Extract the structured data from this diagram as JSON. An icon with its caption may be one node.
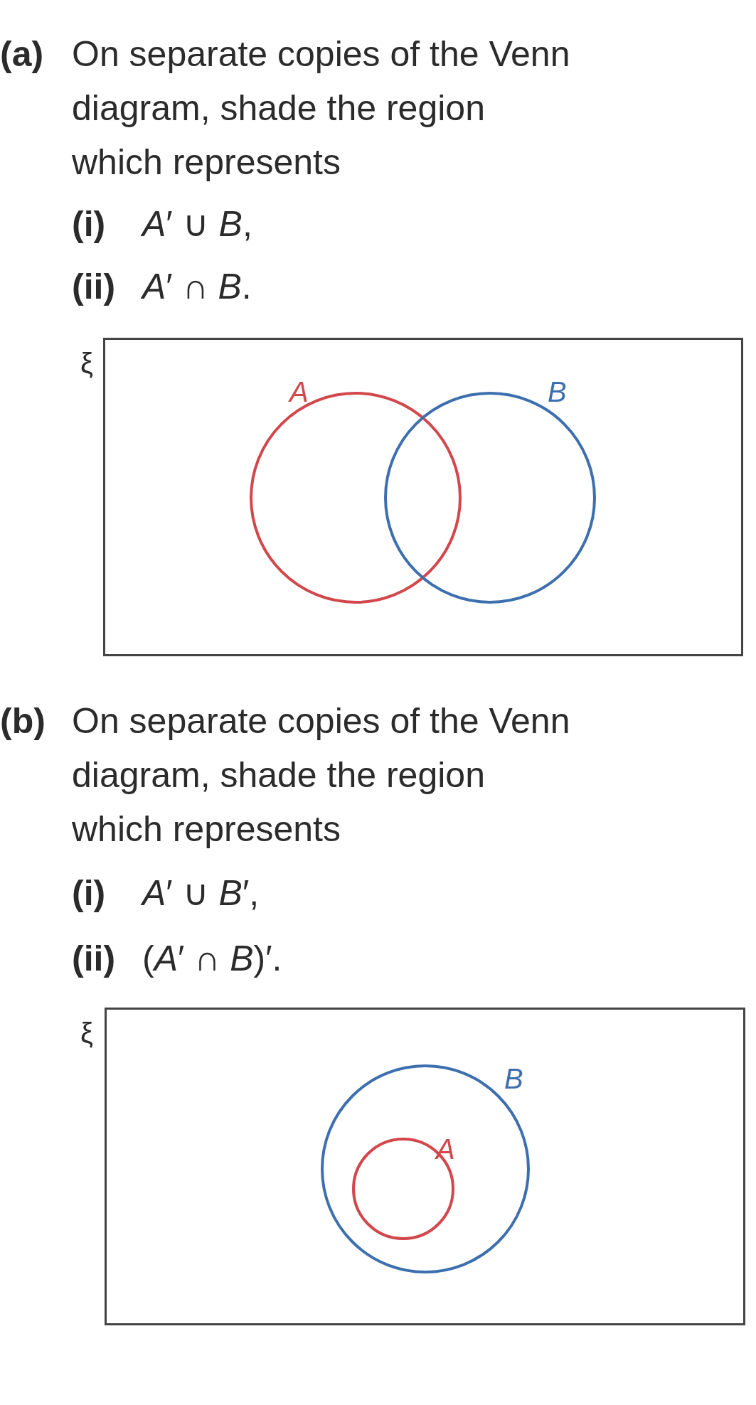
{
  "diagram": {
    "nodes": [
      {
        "text": [
          "ξ"
        ]
      },
      {
        "text": [
          "A"
        ],
        "in": 0
      },
      {
        "text": [
          "B"
        ],
        "in": 0
      },
      {
        "text": [
          "ξ"
        ]
      },
      {
        "text": [
          "B"
        ],
        "in": 3
      },
      {
        "text": [
          "A"
        ],
        "in": 4
      }
    ],
    "labels": [
      "(a)",
      "On separate copies of the Venn diagram, shade the region which represents",
      "(i)",
      "*A*′ ∪ *B*,",
      "(ii)",
      "*A*′ ∩ *B*.",
      "(b)",
      "On separate copies of the Venn diagram, shade the region which represents",
      "(i)",
      "*A*′ ∪ *B*′,",
      "(ii)",
      "(*A*′ ∩ *B*)′."
    ]
  }
}
